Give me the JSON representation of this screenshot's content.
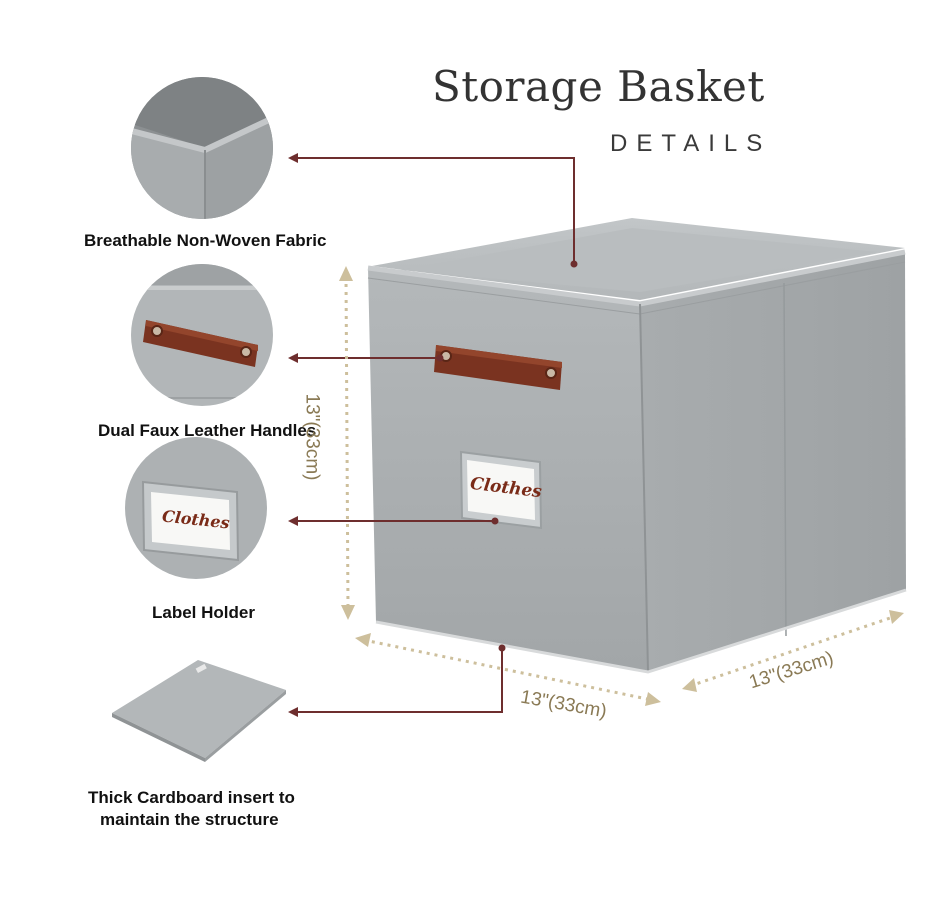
{
  "header": {
    "title": "Storage Basket",
    "subtitle": "DETAILS"
  },
  "features": [
    {
      "label": "Breathable Non-Woven Fabric"
    },
    {
      "label": "Dual Faux Leather Handles"
    },
    {
      "label": "Label Holder"
    },
    {
      "label_line1": "Thick Cardboard insert to",
      "label_line2": "maintain the structure"
    }
  ],
  "label_card_text": "Clothes",
  "dimensions": {
    "height": "13\"(33cm)",
    "width": "13\"(33cm)",
    "depth": "13\"(33cm)"
  },
  "colors": {
    "fabric": "#a9adaf",
    "leader_line": "#6e2e2e",
    "dimension": "#cdbf9c",
    "leather": "#7a3320"
  }
}
